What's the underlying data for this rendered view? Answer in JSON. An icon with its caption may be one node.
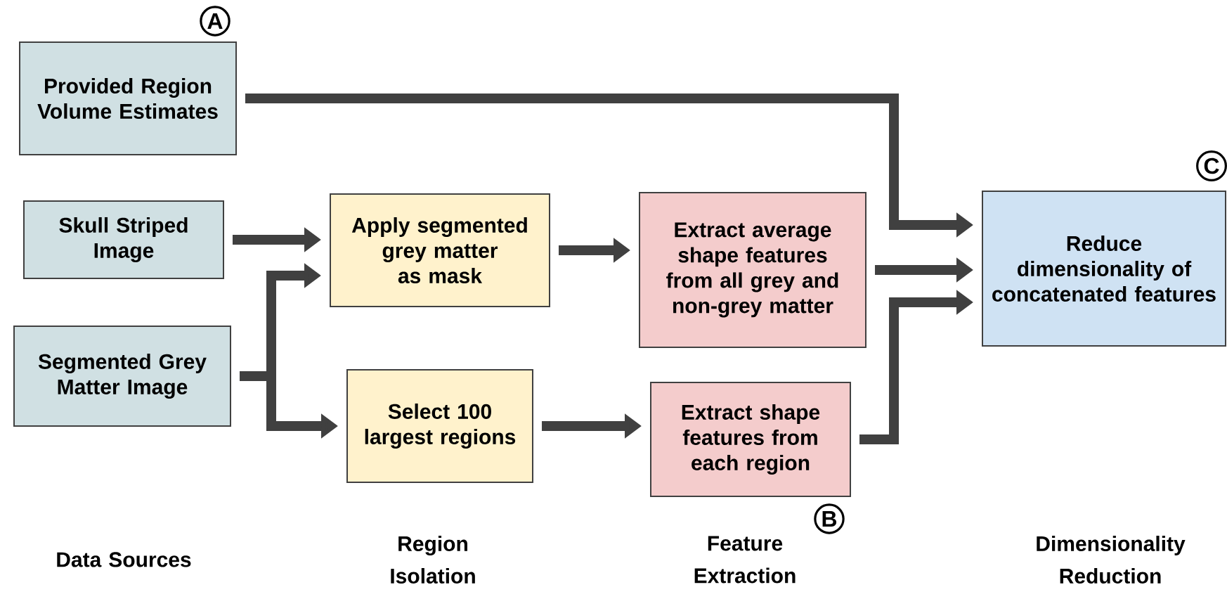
{
  "diagram": {
    "nodes": [
      {
        "text": [
          "Provided Region Volume Estimates"
        ],
        "beside": [
          "A"
        ]
      },
      {
        "text": [
          "Skull Striped Image"
        ]
      },
      {
        "text": [
          "Segmented Grey Matter Image"
        ]
      },
      {
        "text": [
          "Apply segmented grey matter as mask"
        ]
      },
      {
        "text": [
          "Select 100 largest regions"
        ]
      },
      {
        "text": [
          "Extract average shape features from all grey and non-grey matter"
        ]
      },
      {
        "text": [
          "Extract shape features from each region"
        ],
        "beside": [
          "B"
        ]
      },
      {
        "text": [
          "Reduce dimensionality of concatenated features"
        ],
        "beside": [
          "C"
        ]
      }
    ],
    "edges": [
      {
        "from": 0,
        "to": 7,
        "arrow": "to"
      },
      {
        "from": 1,
        "to": 3,
        "arrow": "to"
      },
      {
        "from": 2,
        "to": 3,
        "arrow": "to"
      },
      {
        "from": 2,
        "to": 4,
        "arrow": "to"
      },
      {
        "from": 3,
        "to": 5,
        "arrow": "to"
      },
      {
        "from": 4,
        "to": 6,
        "arrow": "to"
      },
      {
        "from": 5,
        "to": 7,
        "arrow": "to"
      },
      {
        "from": 6,
        "to": 7,
        "arrow": "to"
      }
    ],
    "labels": [
      "Data Sources",
      "Region Isolation",
      "Feature Extraction",
      "Dimensionality Reduction"
    ]
  }
}
